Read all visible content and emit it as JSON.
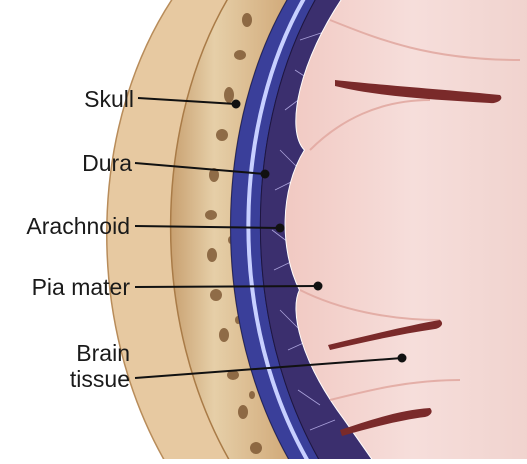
{
  "labels": {
    "skull": "Skull",
    "dura": "Dura",
    "arachnoid": "Arachnoid",
    "pia_mater": "Pia mater",
    "brain_line1": "Brain",
    "brain_line2": "tissue"
  },
  "colors": {
    "bone": "#d9b88c",
    "bone_pores": "#6b4a2a",
    "dura": "#3a3f9a",
    "arachnoid_space": "#3b2f6e",
    "brain": "#f2d3cf",
    "brain_fold": "#e6b6b0",
    "sulcus": "#7a2a2a"
  }
}
